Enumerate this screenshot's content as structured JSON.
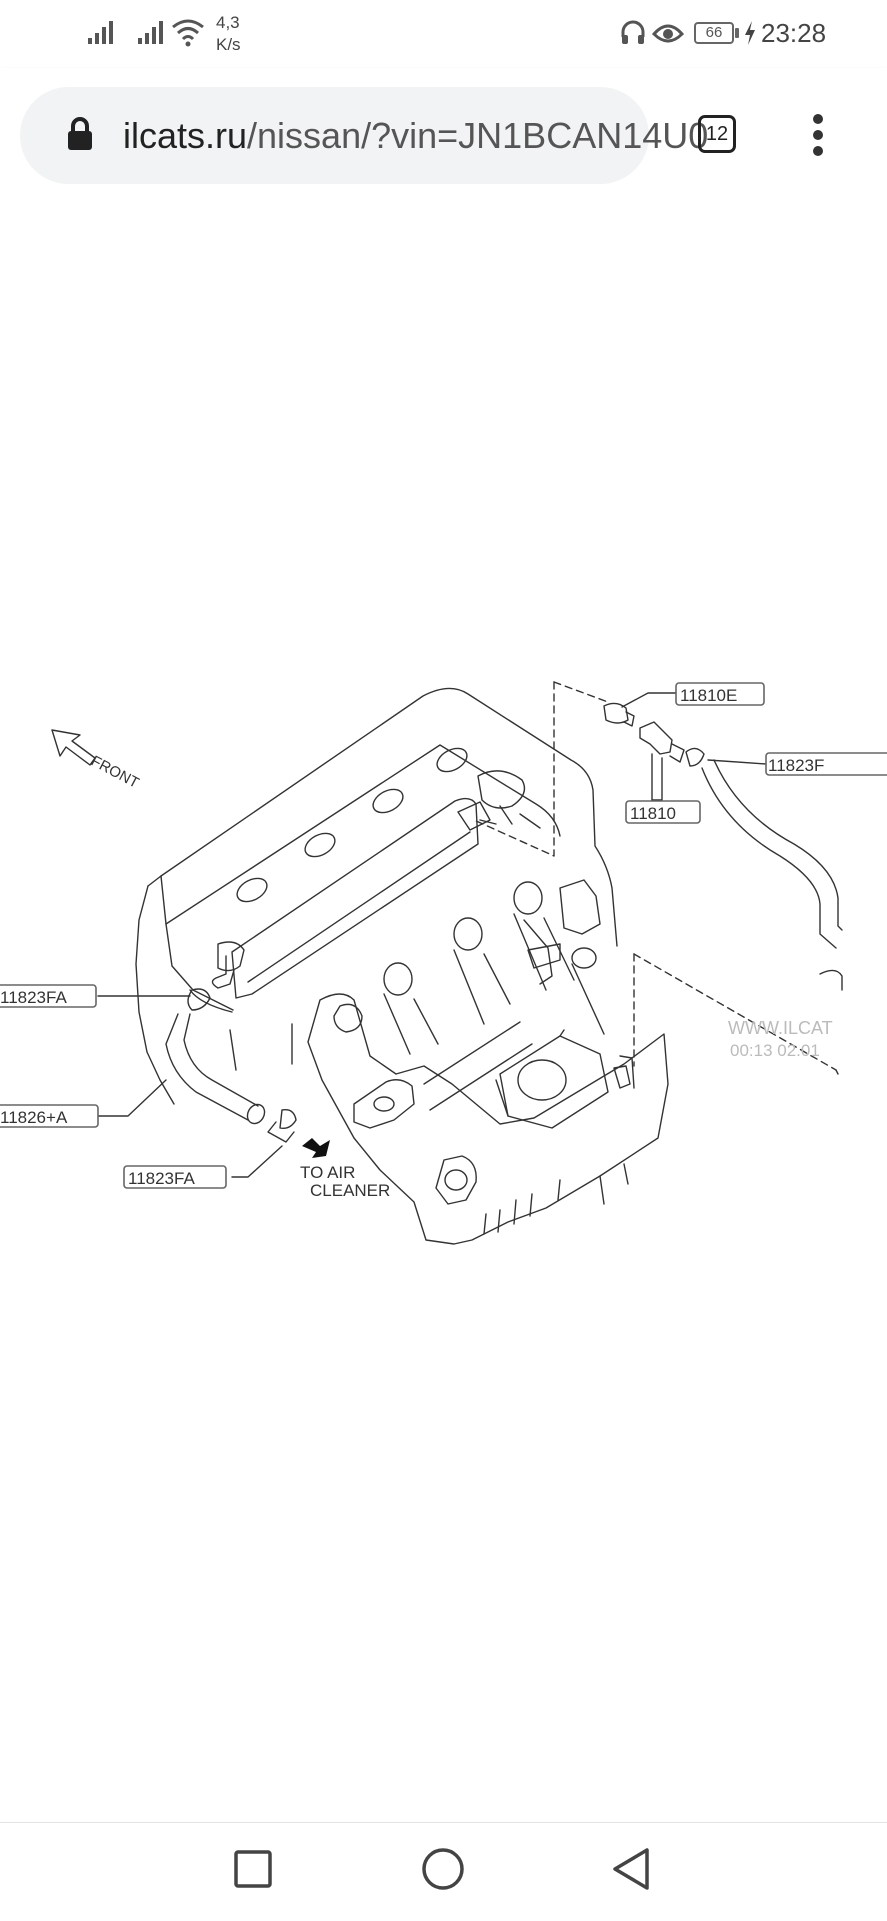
{
  "status_bar": {
    "net_speed_value": "4,3",
    "net_speed_unit": "K/s",
    "battery": "66",
    "time": "23:28"
  },
  "browser": {
    "url_host": "ilcats.ru",
    "url_path": "/nissan/?vin=JN1BCAN14U0",
    "tab_count": "12"
  },
  "diagram": {
    "front_label": "FRONT",
    "callouts": [
      "11810E",
      "11823F",
      "11810",
      "11823FA",
      "11826+A",
      "11823FA"
    ],
    "air_cleaner_line1": "TO AIR",
    "air_cleaner_line2": "CLEANER",
    "watermark_line1": "WWW.ILCAT",
    "watermark_line2": "00:13 02.01"
  }
}
